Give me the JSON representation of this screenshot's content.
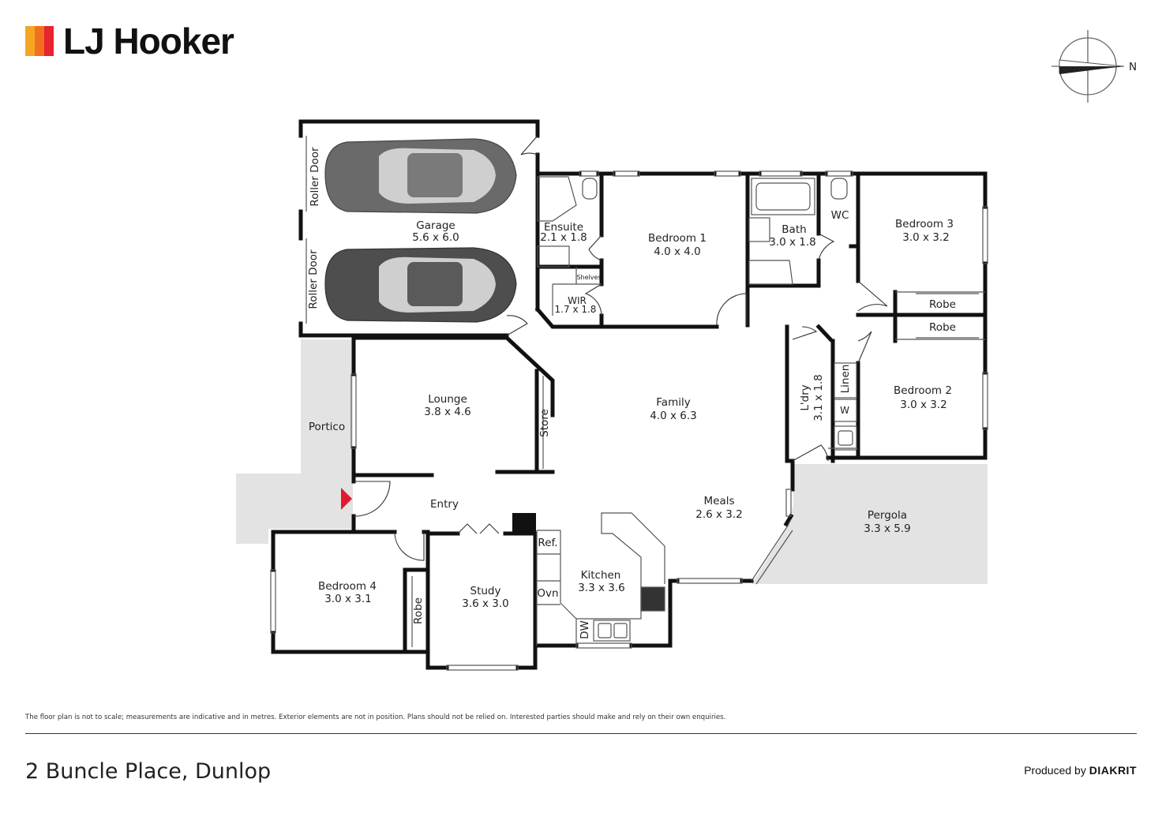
{
  "brand": {
    "name": "LJ Hooker",
    "colors": [
      "#f5a623",
      "#f07020",
      "#e8242c"
    ]
  },
  "compass": {
    "label": "N"
  },
  "rooms": {
    "garage": {
      "name": "Garage",
      "dims": "5.6 x 6.0"
    },
    "roller_door_1": "Roller Door",
    "roller_door_2": "Roller Door",
    "ensuite": {
      "name": "Ensuite",
      "dims": "2.1 x 1.8"
    },
    "shelves": "Shelves",
    "wir": {
      "name": "WIR",
      "dims": "1.7 x 1.8"
    },
    "bedroom1": {
      "name": "Bedroom 1",
      "dims": "4.0 x 4.0"
    },
    "bath": {
      "name": "Bath",
      "dims": "3.0 x 1.8"
    },
    "wc": "WC",
    "bedroom3": {
      "name": "Bedroom 3",
      "dims": "3.0 x 3.2"
    },
    "robe_b3": "Robe",
    "robe_b2": "Robe",
    "bedroom2": {
      "name": "Bedroom 2",
      "dims": "3.0 x 3.2"
    },
    "linen": "Linen",
    "w": "W",
    "laundry": {
      "name": "L'dry",
      "dims": "3.1 x 1.8"
    },
    "portico": "Portico",
    "lounge": {
      "name": "Lounge",
      "dims": "3.8 x 4.6"
    },
    "store": "Store",
    "family": {
      "name": "Family",
      "dims": "4.0 x 6.3"
    },
    "entry": "Entry",
    "meals": {
      "name": "Meals",
      "dims": "2.6 x 3.2"
    },
    "pergola": {
      "name": "Pergola",
      "dims": "3.3 x 5.9"
    },
    "bedroom4": {
      "name": "Bedroom 4",
      "dims": "3.0 x 3.1"
    },
    "robe_b4": "Robe",
    "study": {
      "name": "Study",
      "dims": "3.6 x 3.0"
    },
    "ref": "Ref.",
    "ovn": "Ovn",
    "kitchen": {
      "name": "Kitchen",
      "dims": "3.3 x 3.6"
    },
    "dw": "DW"
  },
  "footer": {
    "disclaimer": "The floor plan is not to scale; measurements are indicative and in metres. Exterior elements are not in position. Plans should not be relied on. Interested parties should make and rely on their own enquiries.",
    "address": "2 Buncle Place, Dunlop",
    "produced_by": "Produced by",
    "producer": "DIAKRIT"
  }
}
